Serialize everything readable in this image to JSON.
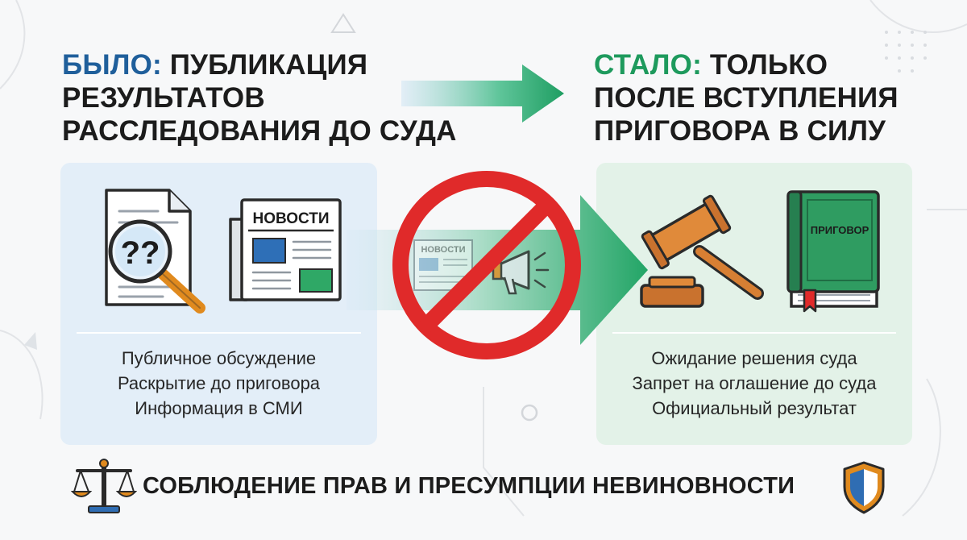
{
  "before": {
    "label": "БЫЛО:",
    "title_lines": [
      "ПУБЛИКАЦИЯ",
      "РЕЗУЛЬТАТОВ",
      "РАССЛЕДОВАНИЯ ДО СУДА"
    ],
    "items": [
      "Публичное обсуждение",
      "Раскрытие до приговора",
      "Информация в СМИ"
    ]
  },
  "after": {
    "label": "СТАЛО:",
    "title_lines": [
      "ТОЛЬКО",
      "ПОСЛЕ ВСТУПЛЕНИЯ",
      "ПРИГОВОРА В СИЛУ"
    ],
    "items": [
      "Ожидание решения суда",
      "Запрет на оглашение до суда",
      "Официальный результат"
    ]
  },
  "newspaper_label": "НОВОСТИ",
  "book_label": "ПРИГОВОР",
  "footer": {
    "text": "СОБЛЮДЕНИЕ ПРАВ И ПРЕСУМПЦИИ НЕВИНОВНОСТИ"
  },
  "colors": {
    "before_accent": "#1f5f9b",
    "after_accent": "#1e9a5d",
    "prohibition": "#e02a2a"
  },
  "icons": [
    "document-search-icon",
    "newspaper-icon",
    "prohibition-icon",
    "megaphone-icon",
    "gavel-icon",
    "verdict-book-icon",
    "scales-icon",
    "shield-icon"
  ]
}
